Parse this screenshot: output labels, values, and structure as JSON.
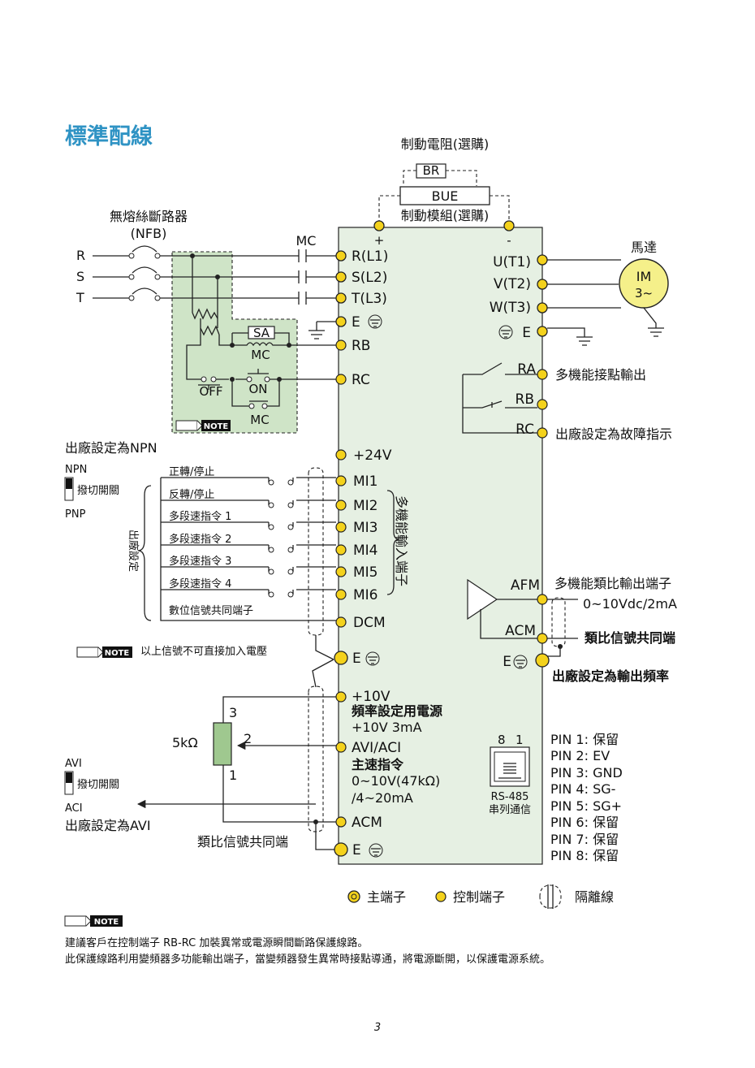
{
  "page": {
    "title": "標準配線",
    "page_number": "3"
  },
  "braking": {
    "resistor_caption": "制動電阻(選購)",
    "resistor_label": "BR",
    "unit_label": "BUE",
    "unit_caption": "制動模組(選購)",
    "plus": "+",
    "minus": "-"
  },
  "power_input": {
    "breaker_caption": "無熔絲斷路器",
    "breaker_abbrev": "(NFB)",
    "phases": [
      "R",
      "S",
      "T"
    ],
    "mc_label": "MC"
  },
  "protection": {
    "sa_label": "SA",
    "mc_coil_label": "MC",
    "off_label": "OFF",
    "on_label": "ON",
    "mc_contact_label": "MC",
    "note_badge": "NOTE"
  },
  "main_terminals": {
    "left": [
      "R(L1)",
      "S(L2)",
      "T(L3)",
      "E"
    ],
    "right": [
      "U(T1)",
      "V(T2)",
      "W(T3)",
      "E"
    ]
  },
  "motor": {
    "caption": "馬達",
    "label_line1": "IM",
    "label_line2": "3~"
  },
  "relay": {
    "rb_left": "RB",
    "rc_left": "RC",
    "ra": "RA",
    "rb": "RB",
    "rc": "RC",
    "ra_desc": "多機能接點輸出",
    "rc_desc": "出廠設定為故障指示"
  },
  "digital_inputs": {
    "factory_npn": "出廠設定為NPN",
    "npn": "NPN",
    "pnp": "PNP",
    "switch_label": "撥切開關",
    "factory_setting_vertical": "出廠設定",
    "group_label": "多機能輸入端子",
    "terminals": [
      "+24V",
      "MI1",
      "MI2",
      "MI3",
      "MI4",
      "MI5",
      "MI6",
      "DCM"
    ],
    "functions": [
      "正轉/停止",
      "反轉/停止",
      "多段速指令 1",
      "多段速指令 2",
      "多段速指令 3",
      "多段速指令 4",
      "數位信號共同端子"
    ],
    "warning": "以上信號不可直接加入電壓",
    "e_label": "E"
  },
  "analog_output": {
    "afm": "AFM",
    "acm": "ACM",
    "afm_desc": "多機能類比輸出端子",
    "afm_range": "0~10Vdc/2mA",
    "acm_desc": "類比信號共同端",
    "factory_desc": "出廠設定為輸出頻率",
    "e_label": "E"
  },
  "analog_input": {
    "pot_value": "5kΩ",
    "pin3": "3",
    "pin2": "2",
    "pin1": "1",
    "avi": "AVI",
    "aci": "ACI",
    "switch_label": "撥切開關",
    "factory_avi": "出廠設定為AVI",
    "common_label": "類比信號共同端",
    "supply_terminal": "+10V",
    "supply_desc1": "頻率設定用電源",
    "supply_desc2": "+10V 3mA",
    "input_terminal": "AVI/ACI",
    "input_desc1": "主速指令",
    "input_desc2": "0~10V(47kΩ)",
    "input_desc3": "/4~20mA",
    "acm_terminal": "ACM",
    "e_terminal": "E"
  },
  "rs485": {
    "pin_high": "8",
    "pin_low": "1",
    "label1": "RS-485",
    "label2": "串列通信",
    "pins": [
      "PIN 1: 保留",
      "PIN 2: EV",
      "PIN 3: GND",
      "PIN 4: SG-",
      "PIN 5: SG+",
      "PIN 6: 保留",
      "PIN 7: 保留",
      "PIN 8: 保留"
    ]
  },
  "legend": {
    "main": "主端子",
    "control": "控制端子",
    "shield": "隔離線"
  },
  "footer_note": {
    "badge": "NOTE",
    "line1": "建議客戶在控制端子 RB-RC 加裝異常或電源瞬間斷路保護線路。",
    "line2": "此保護線路利用變頻器多功能輸出端子，當變頻器發生異常時接點導通，將電源斷開，以保護電源系統。"
  },
  "colors": {
    "title": "#2f93c4",
    "drive_fill": "#e6f0e3",
    "protection_fill": "#cfe4c7",
    "terminal_yellow": "#f4d21c",
    "motor_fill": "#f5f08a",
    "pot_fill": "#9fc88f"
  }
}
